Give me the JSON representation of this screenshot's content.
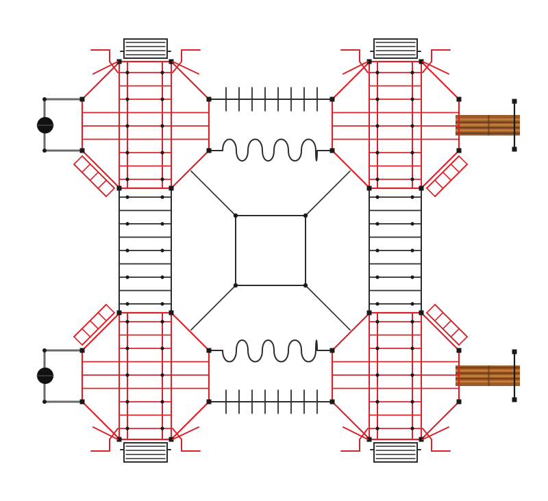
{
  "diagram": {
    "kind": "playground-equipment-top-view",
    "text_labels": [],
    "colors": {
      "background": "#ffffff",
      "red_frame": "#d8232a",
      "dark_frame": "#2b2b2b",
      "pipe_grey": "#6a6a6a",
      "wood": "#9c5a26",
      "wood_light": "#c07a3a",
      "wood_dark": "#5e3412",
      "ball": "#111111"
    },
    "towers": [
      {
        "name": "tower-top-left"
      },
      {
        "name": "tower-top-right"
      },
      {
        "name": "tower-bottom-left"
      },
      {
        "name": "tower-bottom-right"
      }
    ],
    "bridges": [
      {
        "name": "vertical-rung-bridge-left",
        "type": "rung-ladder"
      },
      {
        "name": "vertical-rung-bridge-right",
        "type": "rung-ladder"
      },
      {
        "name": "horizontal-bridge-top-pole",
        "type": "pole-bridge"
      },
      {
        "name": "horizontal-bridge-top-wave",
        "type": "wave-bridge"
      },
      {
        "name": "horizontal-bridge-bottom-wave",
        "type": "wave-bridge"
      },
      {
        "name": "horizontal-bridge-bottom-pole",
        "type": "pole-bridge"
      }
    ],
    "center": {
      "name": "central-rope-net",
      "type": "square-net-with-diagonal-ropes"
    },
    "attachments": [
      {
        "name": "tire-swing-top-left",
        "type": "tire-swing"
      },
      {
        "name": "tire-swing-bottom-left",
        "type": "tire-swing"
      },
      {
        "name": "wooden-bench-top-right",
        "type": "bench"
      },
      {
        "name": "wooden-bench-bottom-right",
        "type": "bench"
      },
      {
        "name": "slide-top-left",
        "type": "slide"
      },
      {
        "name": "slide-top-right",
        "type": "slide"
      },
      {
        "name": "slide-bottom-left",
        "type": "slide"
      },
      {
        "name": "slide-bottom-right",
        "type": "slide"
      }
    ]
  }
}
